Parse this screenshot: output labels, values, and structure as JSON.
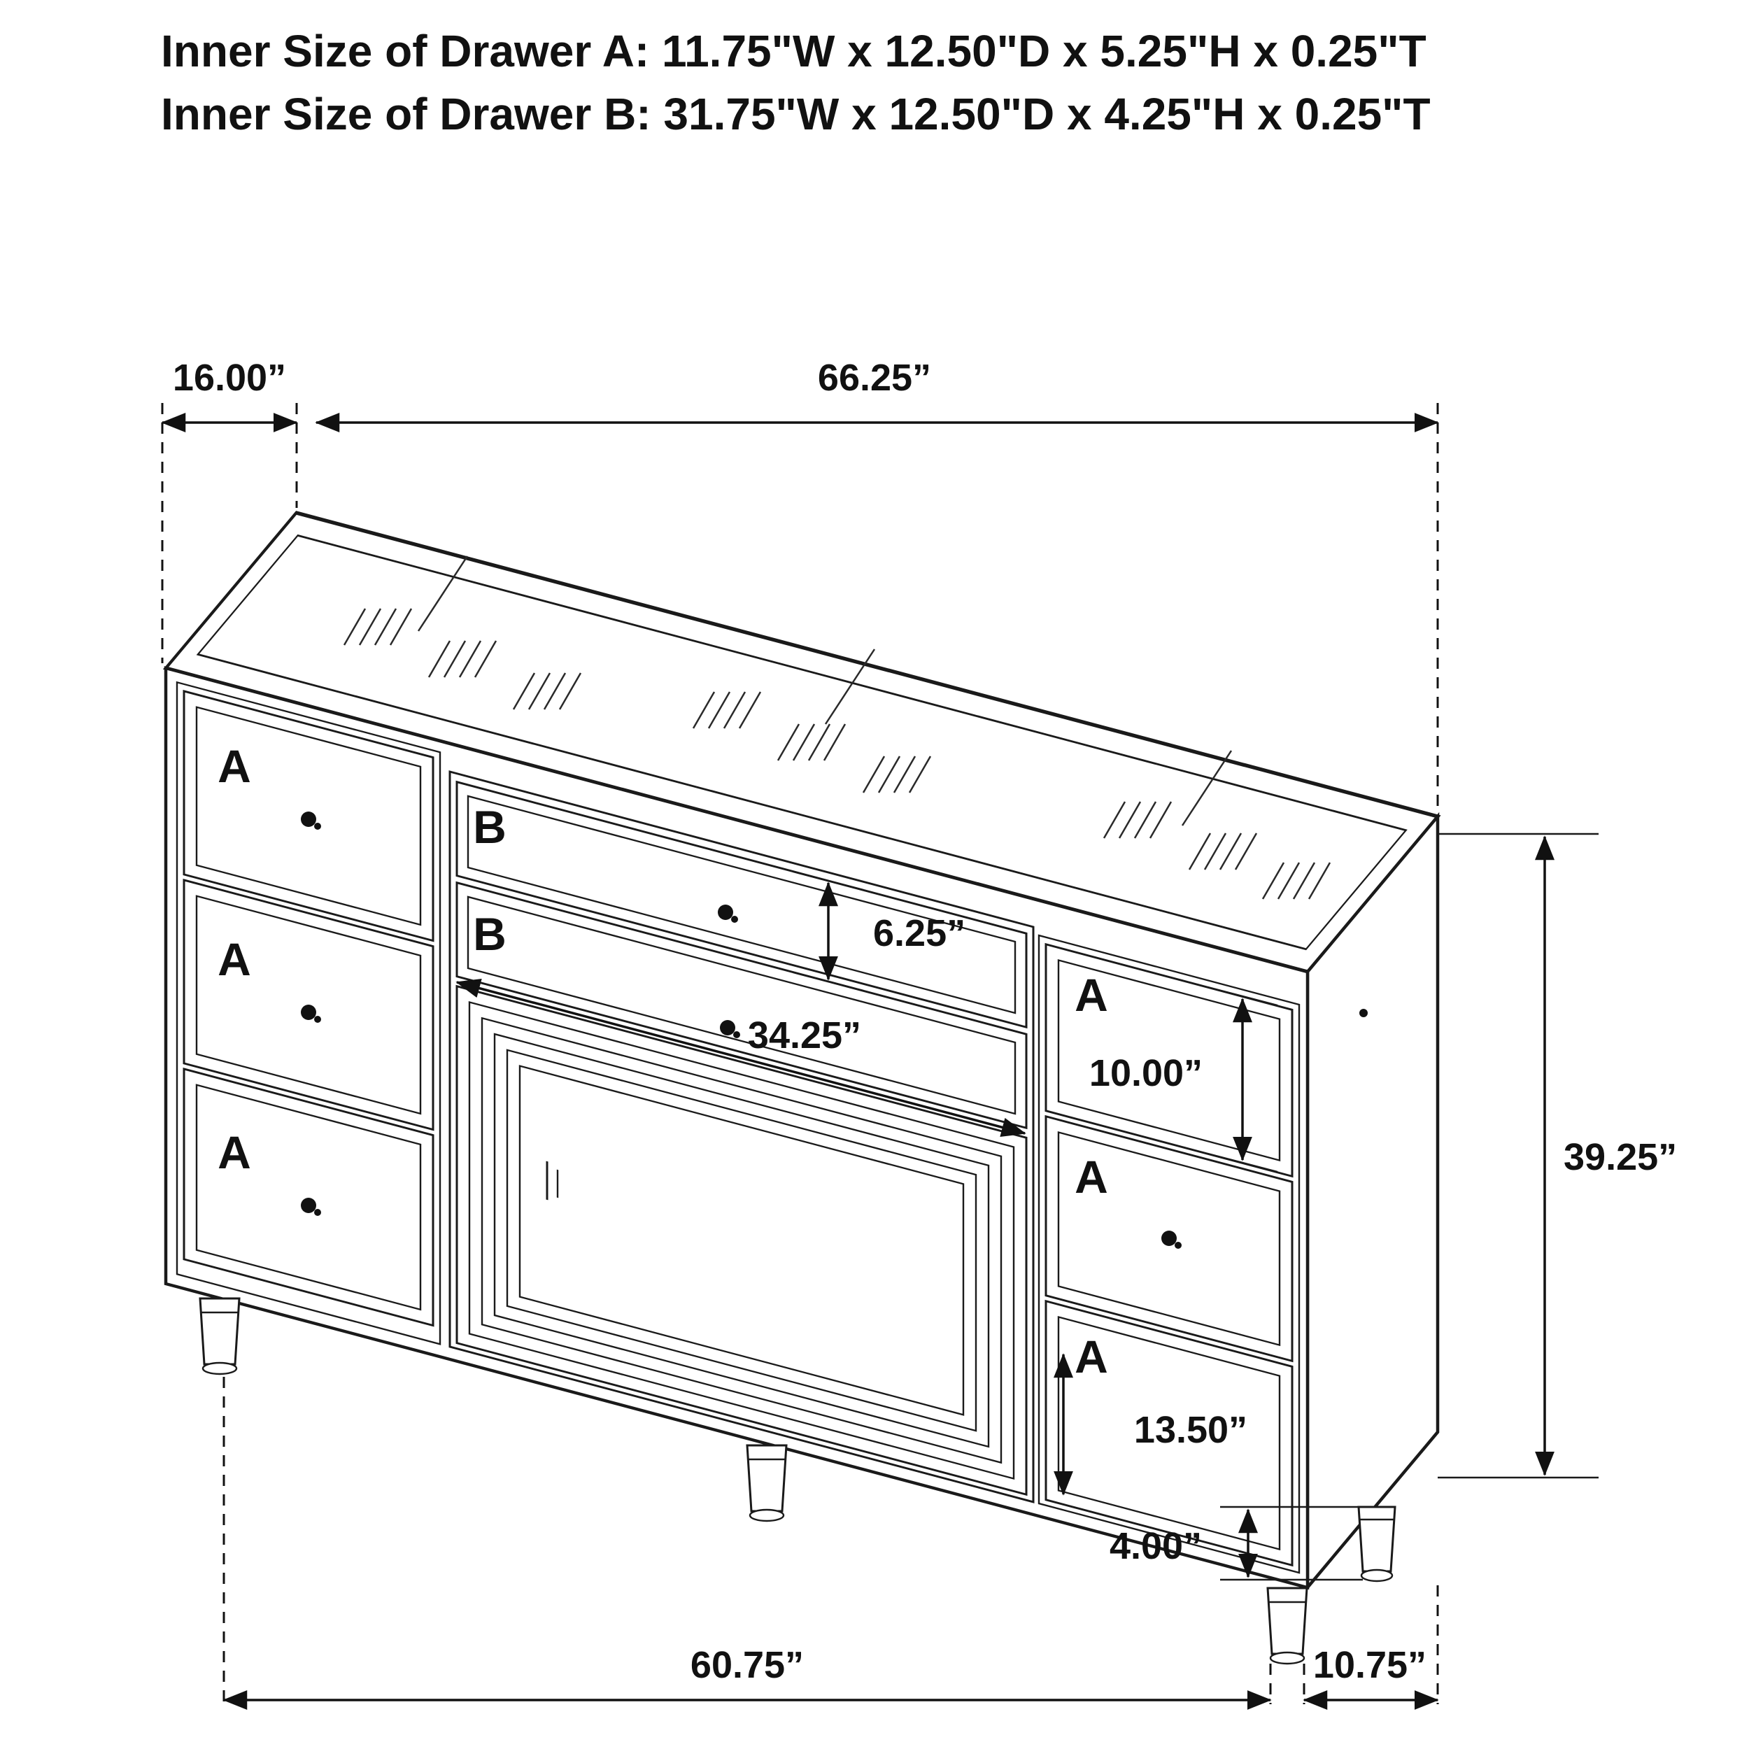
{
  "title": {
    "line1": "Inner Size of Drawer A: 11.75\"W x 12.50\"D x 5.25\"H x 0.25\"T",
    "line2": "Inner Size of Drawer B: 31.75\"W x 12.50\"D x 4.25\"H x 0.25\"T"
  },
  "labels": {
    "drawer_a": "A",
    "drawer_b": "B"
  },
  "dimensions": {
    "top_depth": "16.00”",
    "top_width": "66.25”",
    "drawer_b_height": "6.25”",
    "drawer_b_width": "34.25”",
    "right_top_drawer_height": "10.00”",
    "overall_height": "39.25”",
    "right_bottom_drawer_height": "13.50”",
    "leg_height": "4.00”",
    "base_width": "60.75”",
    "base_depth": "10.75”"
  },
  "colors": {
    "line": "#1a1a1a",
    "label_red": "#e8252c",
    "background": "#ffffff"
  }
}
